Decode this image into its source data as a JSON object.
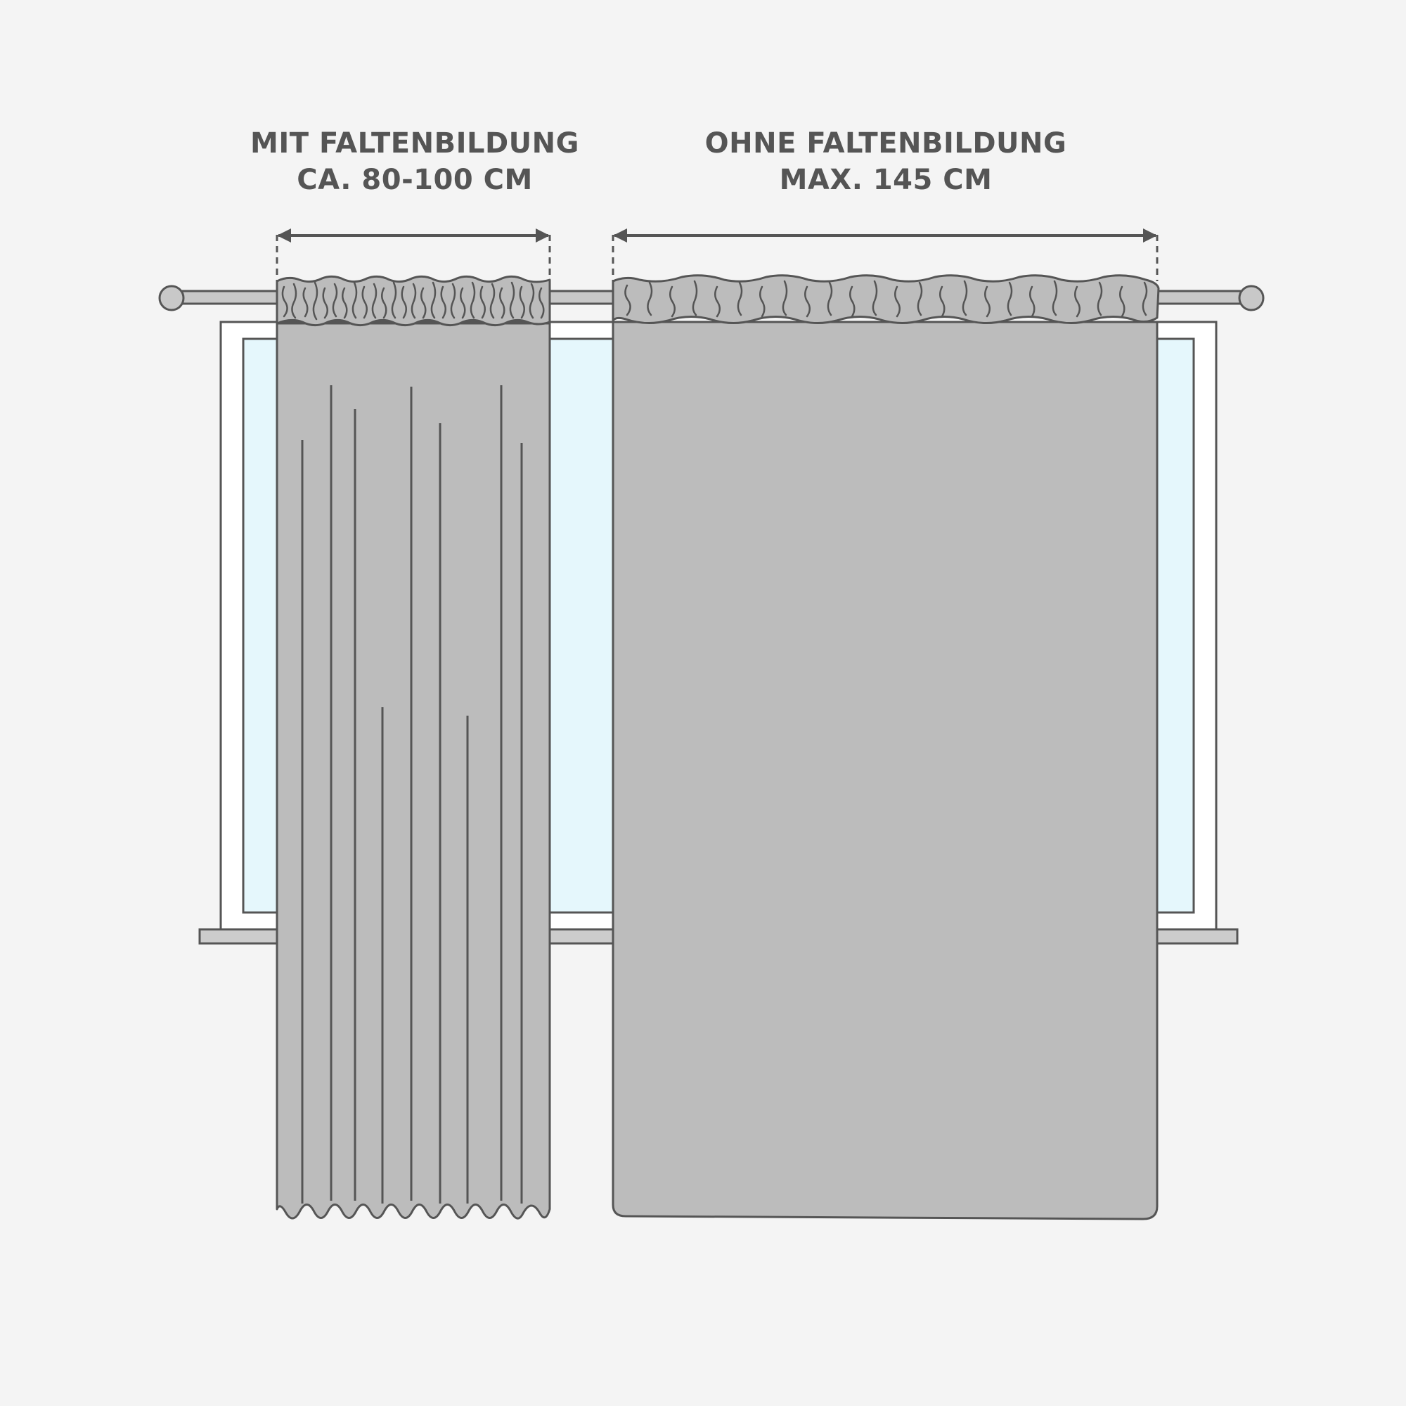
{
  "left_label": {
    "line1": "MIT FALTENBILDUNG",
    "line2": "CA. 80-100 CM"
  },
  "right_label": {
    "line1": "OHNE FALTENBILDUNG",
    "line2": "MAX. 145 CM"
  },
  "colors": {
    "background": "#f4f4f4",
    "outline": "#555555",
    "curtain": "#bcbcbc",
    "rod": "#c8c8c8",
    "glass": "#e5f7fc",
    "frame": "#ffffff",
    "sill": "#cccccc"
  },
  "icons": {
    "dimension_arrow": "double-headed-arrow-icon",
    "rod_finial": "finial-icon"
  }
}
